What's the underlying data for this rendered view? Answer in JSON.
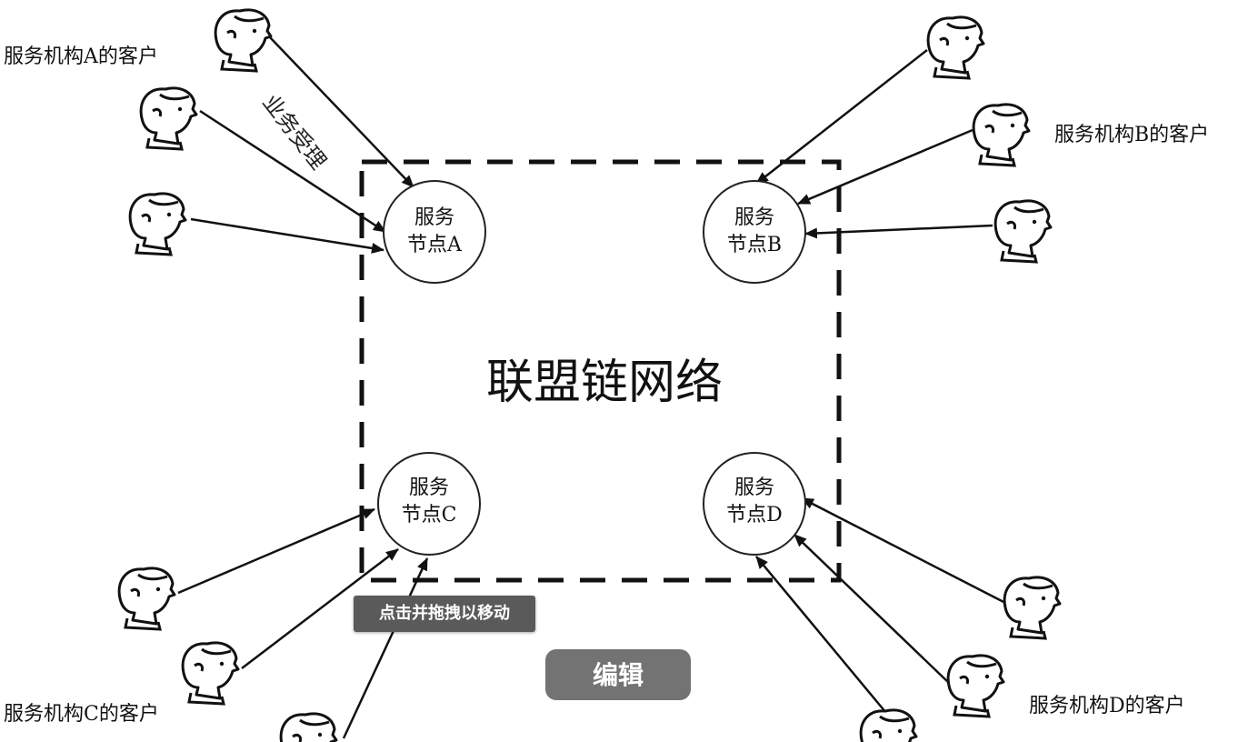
{
  "network": {
    "title": "联盟链网络",
    "business_label": "业务受理"
  },
  "nodes": [
    {
      "id": "A",
      "line1": "服务",
      "line2": "节点A"
    },
    {
      "id": "B",
      "line1": "服务",
      "line2": "节点B"
    },
    {
      "id": "C",
      "line1": "服务",
      "line2": "节点C"
    },
    {
      "id": "D",
      "line1": "服务",
      "line2": "节点D"
    }
  ],
  "client_groups": [
    {
      "id": "A",
      "label": "服务机构A的客户"
    },
    {
      "id": "B",
      "label": "服务机构B的客户"
    },
    {
      "id": "C",
      "label": "服务机构C的客户"
    },
    {
      "id": "D",
      "label": "服务机构D的客户"
    }
  ],
  "overlay": {
    "tooltip": "点击并拖拽以移动",
    "edit_button": "编辑"
  },
  "colors": {
    "line": "#111111",
    "tooltip_bg": "#5a5a5a",
    "button_bg": "#737373"
  },
  "icons": {
    "client": "person-head-icon",
    "arrow": "arrowhead"
  }
}
